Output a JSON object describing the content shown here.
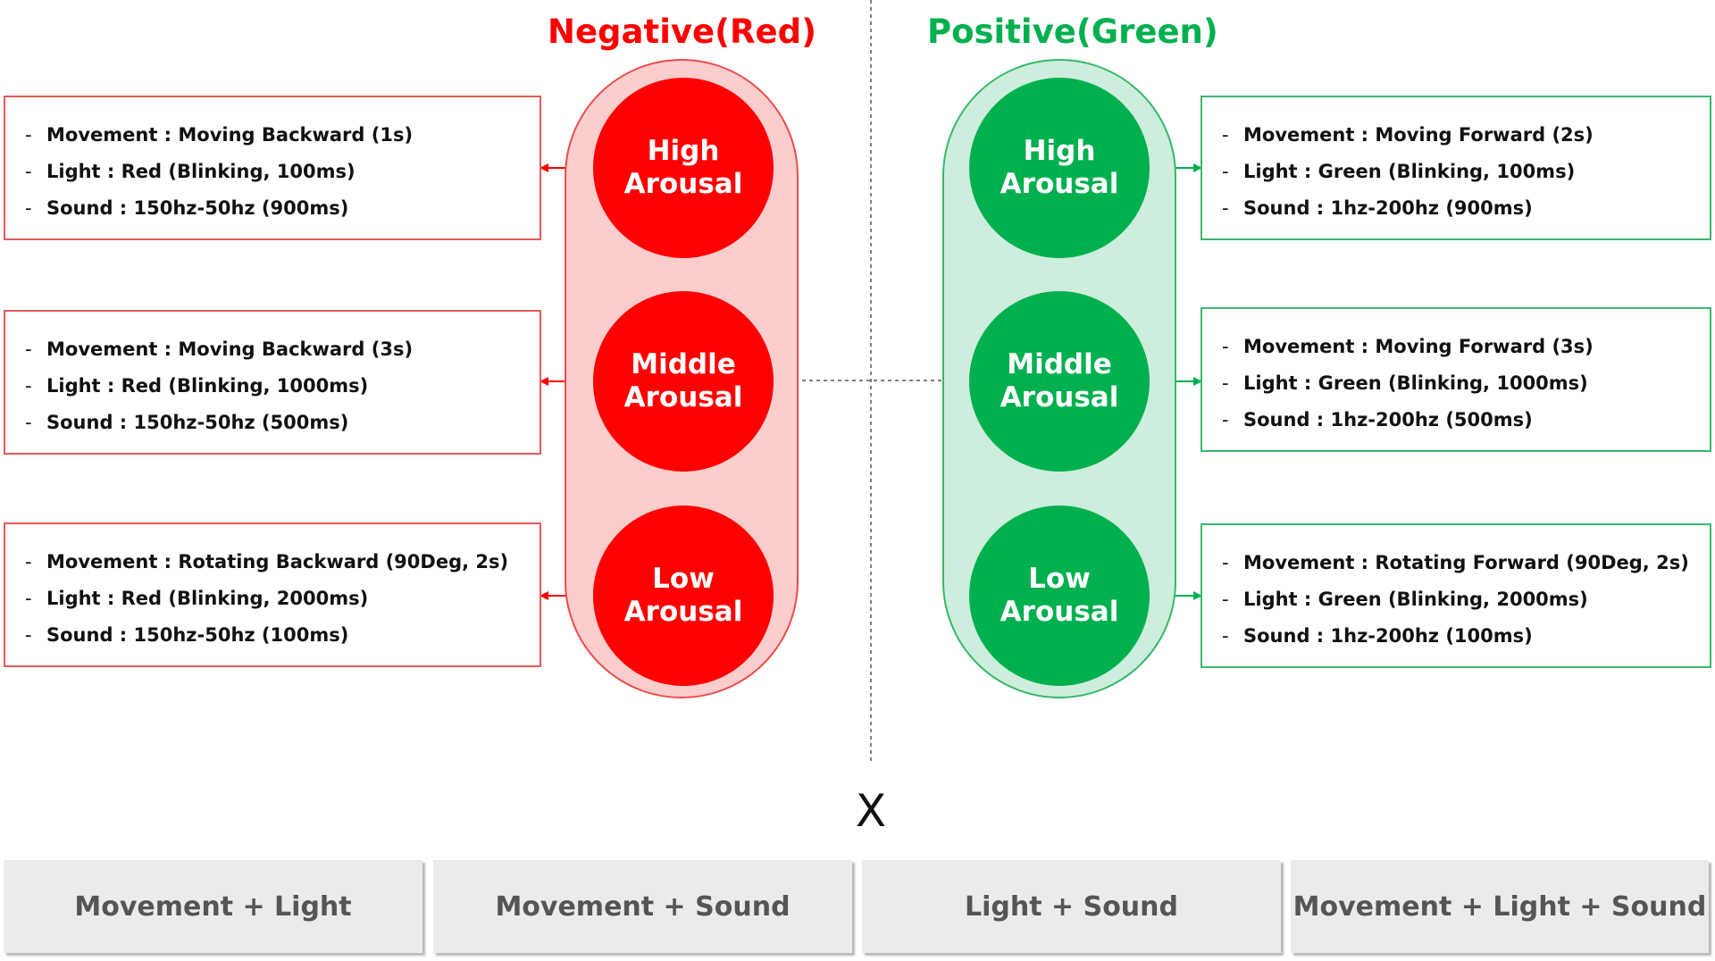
{
  "colors": {
    "negative": "#ff0000",
    "negative_light": "#fbcdcd",
    "positive": "#00b04f",
    "positive_light": "#cdeedc",
    "combo_bg": "#ebebeb"
  },
  "negative": {
    "title": "Negative(Red)",
    "levels": [
      {
        "line1": "High",
        "line2": "Arousal",
        "details": [
          "Movement : Moving Backward (1s)",
          "Light : Red (Blinking, 100ms)",
          "Sound : 150hz-50hz (900ms)"
        ]
      },
      {
        "line1": "Middle",
        "line2": "Arousal",
        "details": [
          "Movement : Moving Backward (3s)",
          "Light : Red (Blinking, 1000ms)",
          "Sound : 150hz-50hz (500ms)"
        ]
      },
      {
        "line1": "Low",
        "line2": "Arousal",
        "details": [
          "Movement : Rotating Backward (90Deg, 2s)",
          "Light : Red (Blinking, 2000ms)",
          "Sound : 150hz-50hz (100ms)"
        ]
      }
    ]
  },
  "positive": {
    "title": "Positive(Green)",
    "levels": [
      {
        "line1": "High",
        "line2": "Arousal",
        "details": [
          "Movement : Moving Forward (2s)",
          "Light : Green (Blinking, 100ms)",
          "Sound : 1hz-200hz (900ms)"
        ]
      },
      {
        "line1": "Middle",
        "line2": "Arousal",
        "details": [
          "Movement : Moving Forward (3s)",
          "Light : Green (Blinking, 1000ms)",
          "Sound : 1hz-200hz (500ms)"
        ]
      },
      {
        "line1": "Low",
        "line2": "Arousal",
        "details": [
          "Movement : Rotating Forward (90Deg, 2s)",
          "Light : Green (Blinking, 2000ms)",
          "Sound : 1hz-200hz (100ms)"
        ]
      }
    ]
  },
  "bullet": "-",
  "multiply_symbol": "X",
  "combinations": [
    "Movement + Light",
    "Movement + Sound",
    "Light + Sound",
    "Movement + Light + Sound"
  ]
}
